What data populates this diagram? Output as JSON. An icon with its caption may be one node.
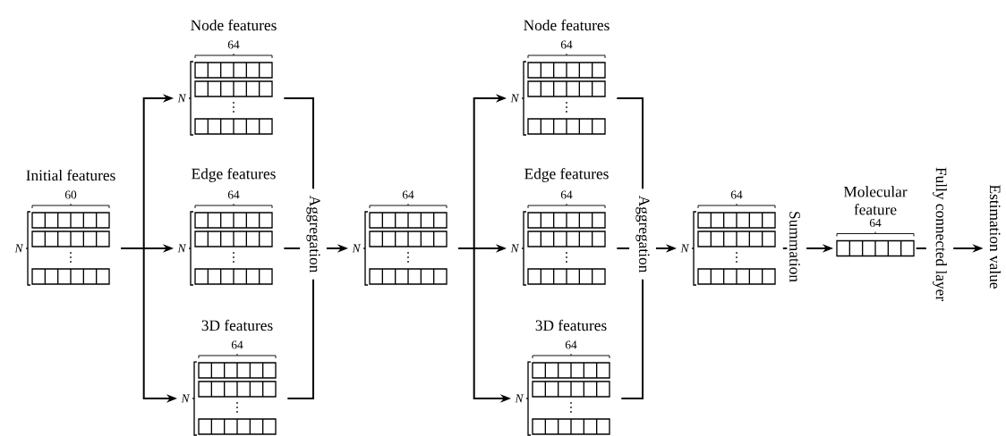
{
  "diagram": {
    "nodes": [
      {
        "text": [
          "Initial features",
          "60",
          "N"
        ]
      },
      {
        "text": [
          "Node features",
          "64",
          "N"
        ]
      },
      {
        "text": [
          "Edge features",
          "64",
          "N"
        ]
      },
      {
        "text": [
          "3D features",
          "64",
          "N"
        ]
      },
      {
        "text": [
          "Aggregation"
        ]
      },
      {
        "text": [
          "64",
          "N"
        ]
      },
      {
        "text": [
          "Node features",
          "64",
          "N"
        ]
      },
      {
        "text": [
          "Edge features",
          "64",
          "N"
        ]
      },
      {
        "text": [
          "3D features",
          "64",
          "N"
        ]
      },
      {
        "text": [
          "Aggregation"
        ]
      },
      {
        "text": [
          "64",
          "N"
        ]
      },
      {
        "text": [
          "Summation"
        ]
      },
      {
        "text": [
          "Molecular feature",
          "64"
        ]
      },
      {
        "text": [
          "Fully connected layer"
        ]
      },
      {
        "text": [
          "Estimation value"
        ]
      }
    ],
    "edges": [
      {
        "from": 0,
        "to": 1,
        "arrow": "to"
      },
      {
        "from": 0,
        "to": 2,
        "arrow": "to"
      },
      {
        "from": 0,
        "to": 3,
        "arrow": "to"
      },
      {
        "from": 1,
        "to": 4,
        "arrow": "none"
      },
      {
        "from": 2,
        "to": 4,
        "arrow": "none"
      },
      {
        "from": 3,
        "to": 4,
        "arrow": "none"
      },
      {
        "from": 4,
        "to": 5,
        "arrow": "to"
      },
      {
        "from": 5,
        "to": 6,
        "arrow": "to"
      },
      {
        "from": 5,
        "to": 7,
        "arrow": "to"
      },
      {
        "from": 5,
        "to": 8,
        "arrow": "to"
      },
      {
        "from": 6,
        "to": 9,
        "arrow": "none"
      },
      {
        "from": 7,
        "to": 9,
        "arrow": "none"
      },
      {
        "from": 8,
        "to": 9,
        "arrow": "none"
      },
      {
        "from": 9,
        "to": 10,
        "arrow": "to"
      },
      {
        "from": 10,
        "to": 11,
        "arrow": "none"
      },
      {
        "from": 11,
        "to": 12,
        "arrow": "to"
      },
      {
        "from": 12,
        "to": 13,
        "arrow": "none"
      },
      {
        "from": 13,
        "to": 14,
        "arrow": "to"
      }
    ]
  }
}
